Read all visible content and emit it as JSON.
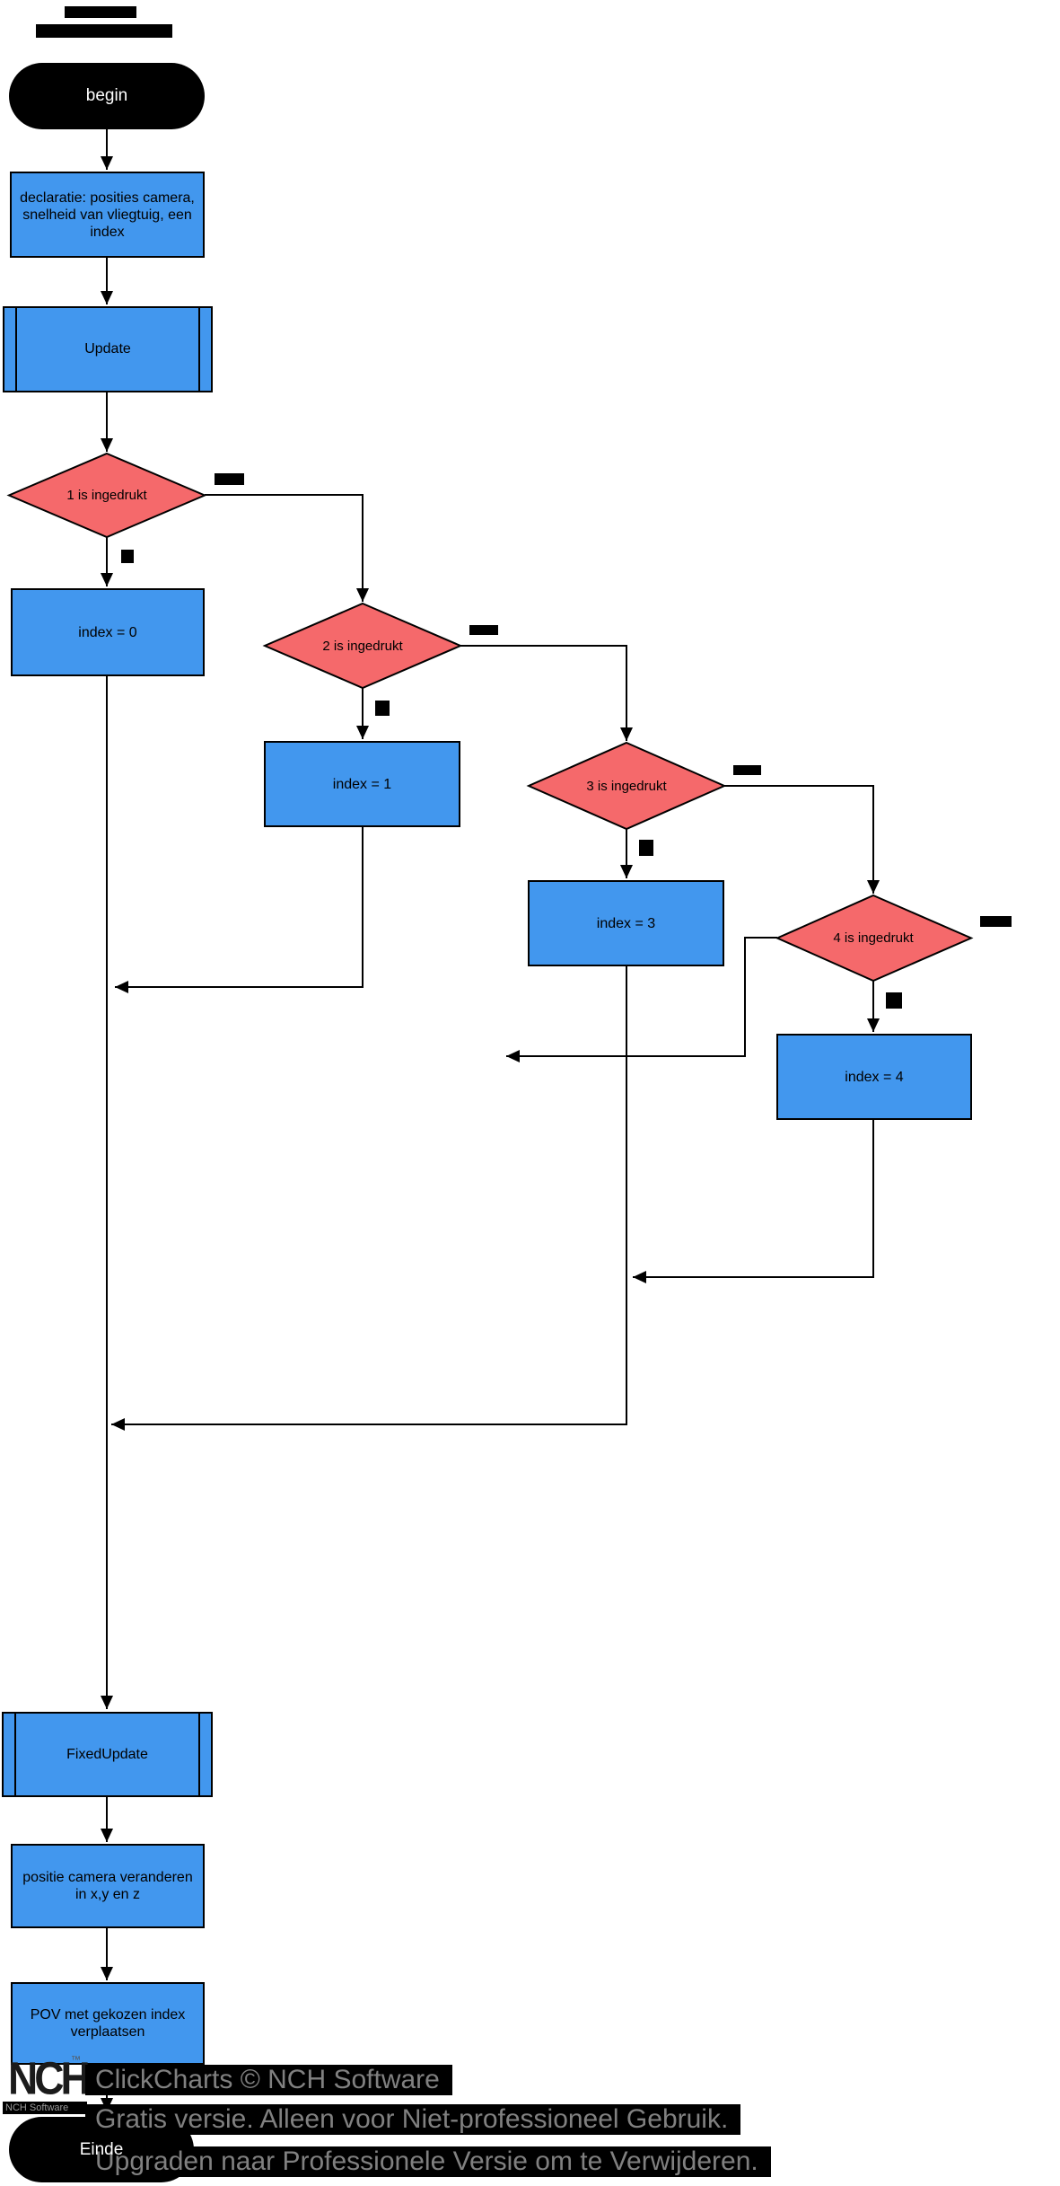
{
  "nodes": {
    "begin": {
      "label": "begin",
      "type": "terminator"
    },
    "declaration": {
      "label": "declaratie: posities camera, snelheid van vliegtuig, een index",
      "type": "process"
    },
    "update": {
      "label": "Update",
      "type": "predefined-process"
    },
    "decision1": {
      "label": "1 is ingedrukt",
      "type": "decision"
    },
    "index0": {
      "label": "index = 0",
      "type": "process"
    },
    "decision2": {
      "label": "2 is ingedrukt",
      "type": "decision"
    },
    "index1": {
      "label": "index = 1",
      "type": "process"
    },
    "decision3": {
      "label": "3 is ingedrukt",
      "type": "decision"
    },
    "index3": {
      "label": "index = 3",
      "type": "process"
    },
    "decision4": {
      "label": "4 is ingedrukt",
      "type": "decision"
    },
    "index4": {
      "label": "index = 4",
      "type": "process"
    },
    "fixed_update": {
      "label": "FixedUpdate",
      "type": "predefined-process"
    },
    "positie": {
      "label": "positie camera veranderen in x,y en z",
      "type": "process"
    },
    "pov": {
      "label": "POV met gekozen index verplaatsen",
      "type": "process"
    },
    "einde": {
      "label": "Einde",
      "type": "terminator"
    }
  },
  "watermark": {
    "line1": "ClickCharts © NCH Software",
    "line2": "Gratis versie. Alleen voor Niet-professioneel Gebruik.",
    "line3": "Upgraden naar Professionele Versie om te Verwijderen."
  },
  "logo": {
    "name": "NCH",
    "tm": "™",
    "caption": "NCH Software"
  },
  "colors": {
    "process_fill": "#4297EE",
    "decision_fill": "#F5696B",
    "terminator_fill": "#000000",
    "terminator_text": "#FFFFFF",
    "connector": "#000000",
    "watermark_bg": "#000000",
    "watermark_text": "#808080"
  }
}
